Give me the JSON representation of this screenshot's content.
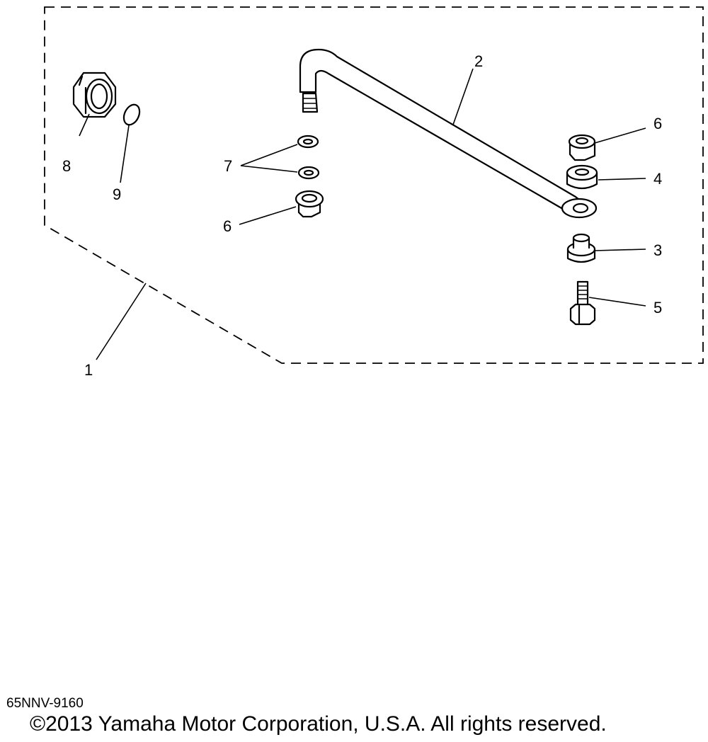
{
  "diagram": {
    "callouts": {
      "c1": "1",
      "c2": "2",
      "c3": "3",
      "c4": "4",
      "c5": "5",
      "c6a": "6",
      "c6b": "6",
      "c7": "7",
      "c8": "8",
      "c9": "9"
    }
  },
  "footer": {
    "drawing_code": "65NNV-9160",
    "copyright": "©2013 Yamaha Motor Corporation, U.S.A. All rights reserved."
  }
}
